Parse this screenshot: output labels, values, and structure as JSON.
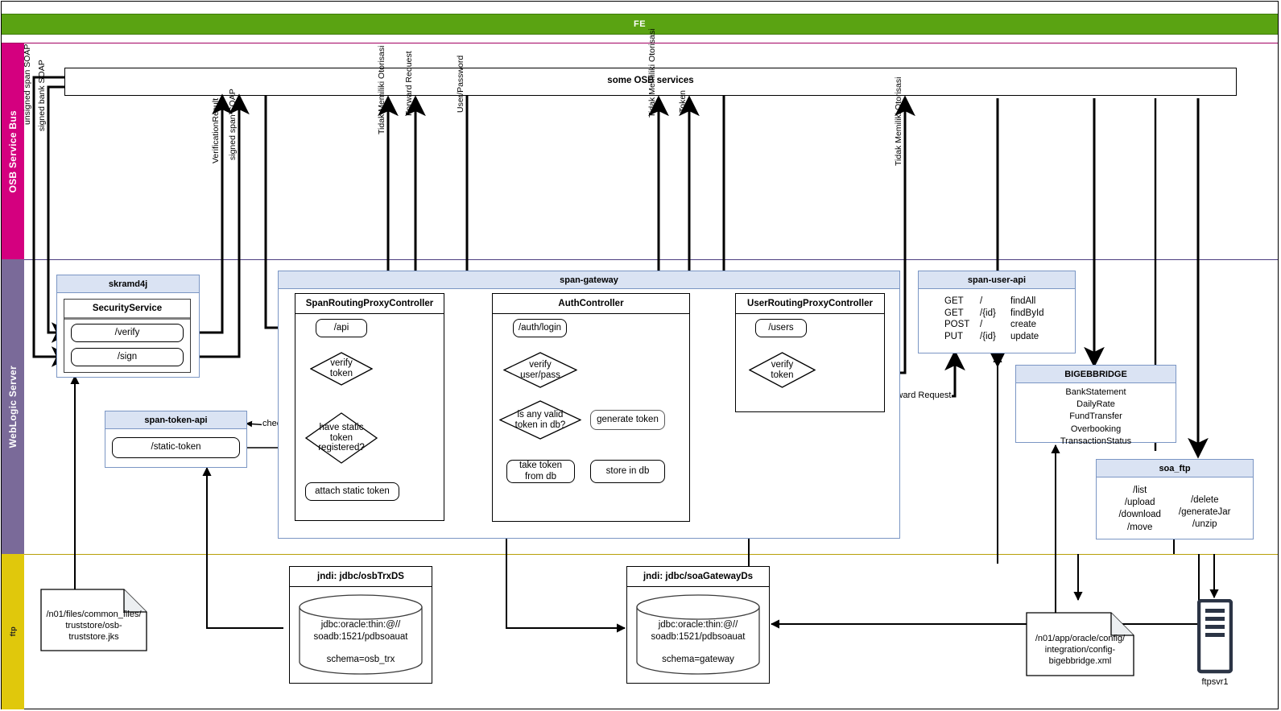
{
  "diagram": {
    "title_band": "FE",
    "lanes": [
      {
        "name": "OSB Service Bus",
        "color": "#d4007f"
      },
      {
        "name": "WebLogic Server",
        "color": "#7a6a99"
      },
      {
        "name": "ftp",
        "color": "#e0c80c"
      }
    ],
    "osb_bar": {
      "label": "some OSB services"
    }
  },
  "skramd4j": {
    "title": "skramd4j",
    "service": "SecurityService",
    "ops": [
      "/verify",
      "/sign"
    ]
  },
  "span_token_api": {
    "title": "span-token-api",
    "ops": [
      "/static-token"
    ]
  },
  "span_gateway": {
    "title": "span-gateway",
    "span_routing": {
      "title": "SpanRoutingProxyController",
      "entry": "/api",
      "d1": "verify\ntoken",
      "d2": "have static\ntoken\nregistered?",
      "attach": "attach static token"
    },
    "auth": {
      "title": "AuthController",
      "entry": "/auth/login",
      "d1": "verify\nuser/pass",
      "d2": "is any valid\ntoken in db?",
      "generate": "generate token",
      "take": "take token\nfrom db",
      "store": "store in db"
    },
    "user_routing": {
      "title": "UserRoutingProxyController",
      "entry": "/users",
      "d1": "verify\ntoken"
    }
  },
  "span_user_api": {
    "title": "span-user-api",
    "rows": [
      {
        "verb": "GET",
        "path": "/",
        "op": "findAll"
      },
      {
        "verb": "GET",
        "path": "/{id}",
        "op": "findById"
      },
      {
        "verb": "POST",
        "path": "/",
        "op": "create"
      },
      {
        "verb": "PUT",
        "path": "/{id}",
        "op": "update"
      }
    ]
  },
  "bigebbridge": {
    "title": "BIGEBBRIDGE",
    "items": [
      "BankStatement",
      "DailyRate",
      "FundTransfer",
      "Overbooking",
      "TransactionStatus"
    ]
  },
  "soa_ftp": {
    "title": "soa_ftp",
    "col1": [
      "/list",
      "/upload",
      "/download",
      "/move"
    ],
    "col2": [
      "/delete",
      "/generateJar",
      "/unzip"
    ]
  },
  "datastores": [
    {
      "title": "jndi: jdbc/osbTrxDS",
      "url": "jdbc:oracle:thin:@//\nsoadb:1521/pdbsoauat",
      "schema": "schema=osb_trx"
    },
    {
      "title": "jndi: jdbc/soaGatewayDs",
      "url": "jdbc:oracle:thin:@//\nsoadb:1521/pdbsoauat",
      "schema": "schema=gateway"
    }
  ],
  "notes": [
    {
      "text": "/n01/files/common_files/\ntruststore/osb-\ntruststore.jks"
    },
    {
      "text": "/n01/app/oracle/config/\nintegration/config-\nbigebbridge.xml"
    }
  ],
  "ftp_server": {
    "label": "ftpsvr1"
  },
  "edge_labels": {
    "unsigned_span_soap": "unsigned span SOAP",
    "signed_bank_soap": "signed bank SOAP",
    "verification_result": "VerificationResult",
    "signed_span_soap": "signed span SOAP",
    "tidak_otorisasi_1": "Tidak Memiliki Otorisasi",
    "forward_request_top": "Forward Request",
    "user_password": "User/Password",
    "tidak_otorisasi_2": "Tidak Memiliki Otorisasi",
    "token": "Token",
    "tidak_otorisasi_3": "Tidak Memiliki Otorisasi",
    "check": "check",
    "forward_request_user": "Forward Request"
  },
  "colors": {
    "fe_green": "#5aa312",
    "lane_magenta": "#d4007f",
    "lane_purple": "#7a6a99",
    "lane_yellow": "#e0c80c",
    "box_header_blue": "#dae3f3",
    "box_border_blue": "#7b96c4"
  }
}
